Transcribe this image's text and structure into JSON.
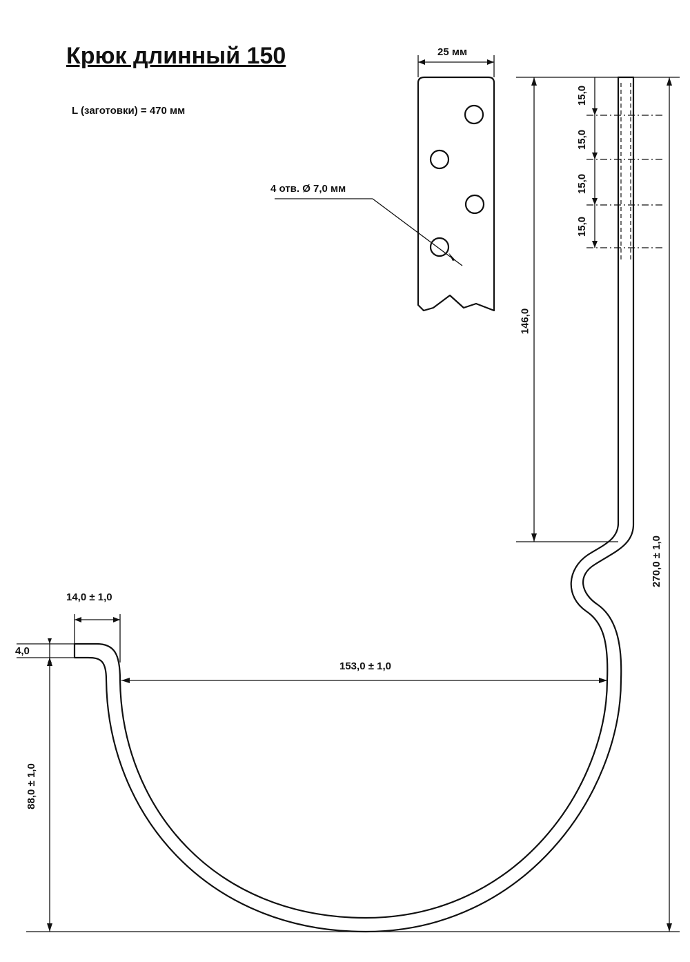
{
  "title": "Крюк длинный 150",
  "blank_length": "L (заготовки) = 470 мм",
  "strip_width": "25 мм",
  "holes_note": "4 отв. Ø  7,0 мм",
  "dimensions": {
    "hole_pitch": [
      "15,0",
      "15,0",
      "15,0",
      "15,0"
    ],
    "shank": "146,0",
    "total_height": "270,0 ± 1,0",
    "lip_length": "14,0 ± 1,0",
    "thickness": "4,0",
    "inner_width": "153,0 ± 1,0",
    "depth": "88,0 ± 1,0"
  }
}
